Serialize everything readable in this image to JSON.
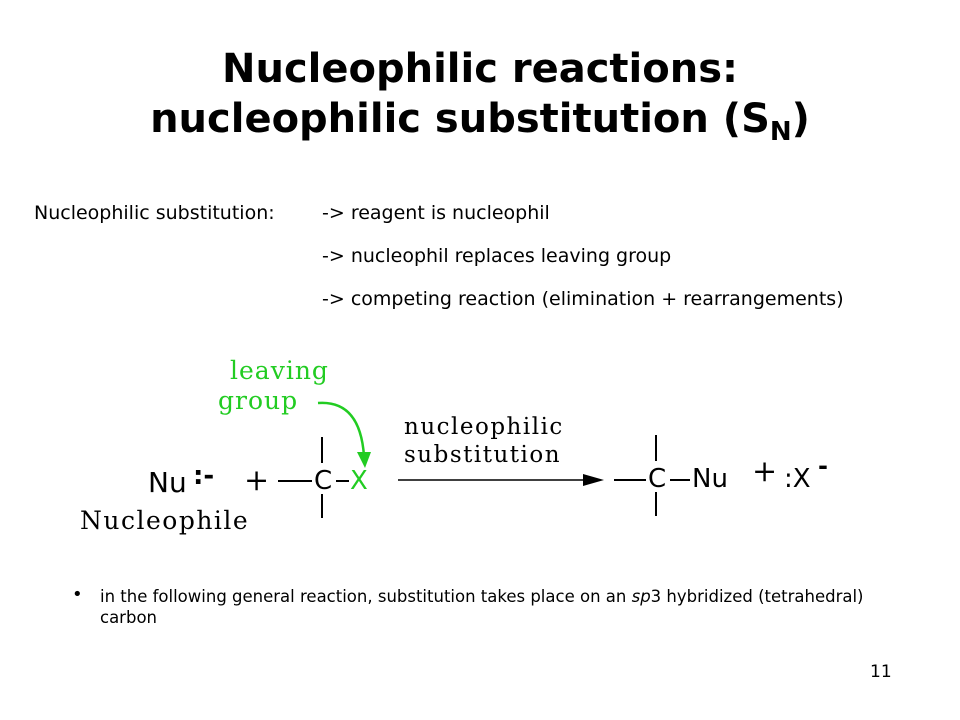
{
  "slide": {
    "title_line1": "Nucleophilic reactions:",
    "title_line2": "nucleophilic substitution (S",
    "title_sub": "N",
    "title_end": ")",
    "intro_label": "Nucleophilic substitution:",
    "points": [
      "-> reagent is nucleophil",
      "-> nucleophil replaces leaving group",
      "-> competing reaction (elimination + rearrangements)"
    ],
    "diagram": {
      "leaving_group_line1": "leaving",
      "leaving_group_line2": "group",
      "nu": "Nu",
      "nu_charge": ":-",
      "plus": "+",
      "carbon": "C",
      "x": "X",
      "arrow_label_line1": "nucleophilic",
      "arrow_label_line2": "substitution",
      "product_carbon": "C",
      "product_nu": "Nu",
      "product_plus": "+",
      "product_x": ":X",
      "product_x_charge": "-",
      "nucleophile_label": "Nucleophile",
      "accent_color": "#22cc22"
    },
    "bullet_pre": "in the following general reaction, substitution takes place on an ",
    "bullet_em": "sp",
    "bullet_post": "3 hybridized (tetrahedral) carbon",
    "page_number": "11"
  }
}
